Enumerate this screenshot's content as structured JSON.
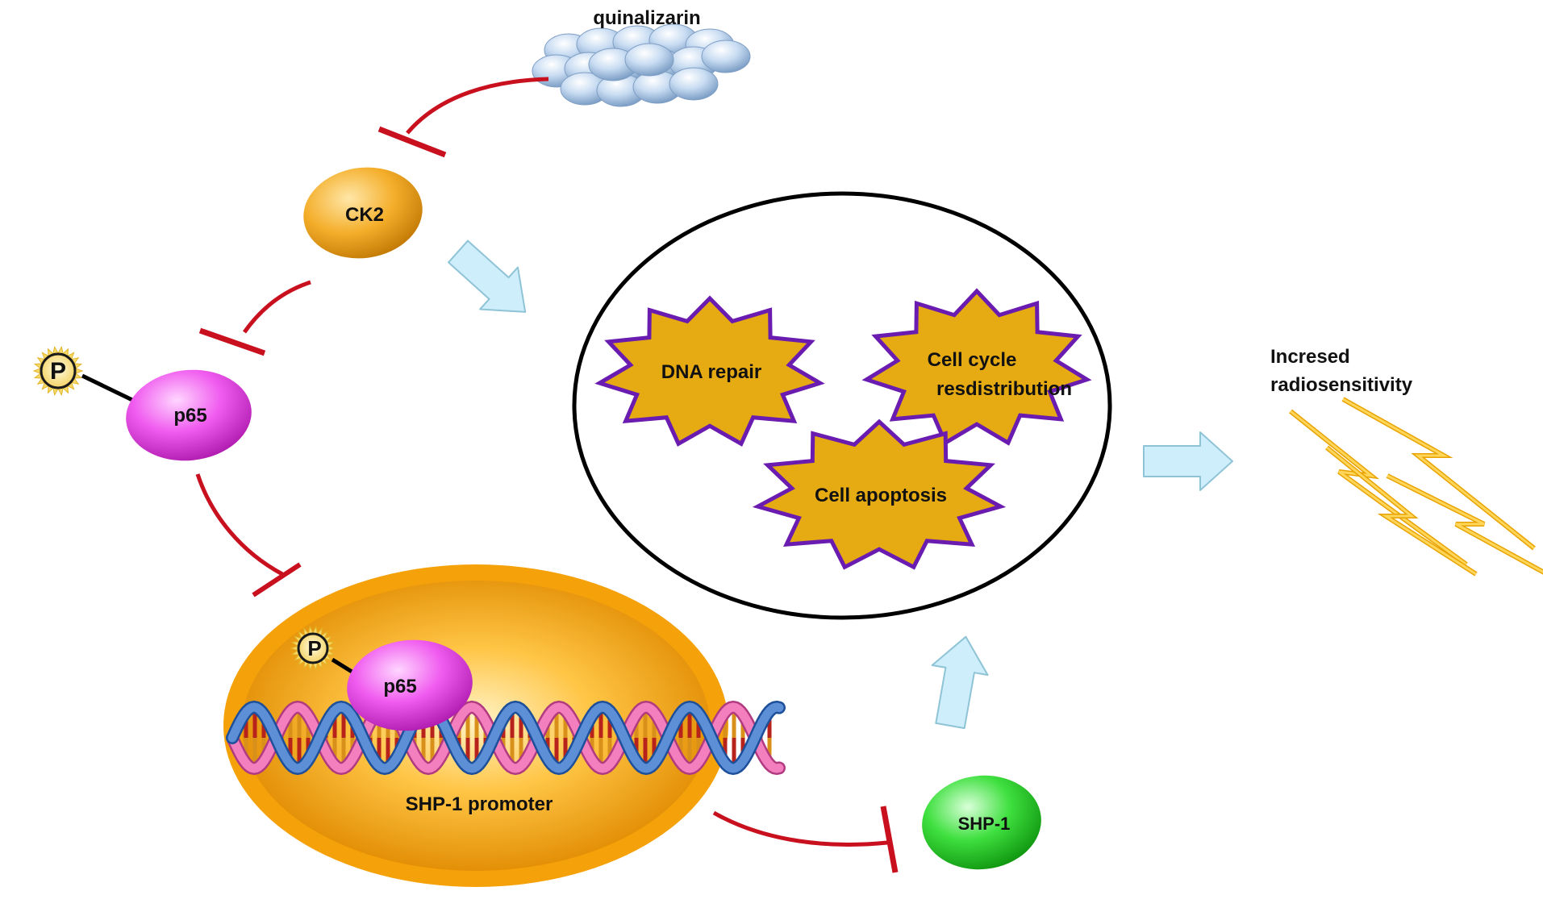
{
  "labels": {
    "quinalizarin": "quinalizarin",
    "ck2": "CK2",
    "p65_cytoplasm": "p65",
    "p65_nucleus": "p65",
    "phospho_cytoplasm": "P",
    "phospho_nucleus": "P",
    "shp1_promoter": "SHP-1 promoter",
    "shp1": "SHP-1",
    "dna_repair": "DNA repair",
    "cell_cycle_line1": "Cell cycle",
    "cell_cycle_line2": "resdistribution",
    "cell_apoptosis": "Cell apoptosis",
    "outcome_line1": "Incresed",
    "outcome_line2": "radiosensitivity"
  },
  "icons": {
    "molecule_cluster": "pill-cluster-icon",
    "phosphate": "phosphate-sun-icon",
    "dna": "dna-helix-icon",
    "radiation": "lightning-bolt-icon",
    "activation_arrow": "block-arrow-icon",
    "inhibition": "t-bar-inhibition-icon"
  },
  "colors": {
    "inhibition": "#c8101e",
    "arrow_fill": "#cdeefa",
    "arrow_stroke": "#8fc3d6",
    "ck2": "#f2a51a",
    "p65": "#ee44e6",
    "shp1": "#2fd62f",
    "nucleus": "#f5a10a",
    "star_fill": "#e6aa12",
    "star_stroke": "#6a1bb0",
    "lightning": "#f7b81a",
    "pill": "#b5d0ee"
  }
}
